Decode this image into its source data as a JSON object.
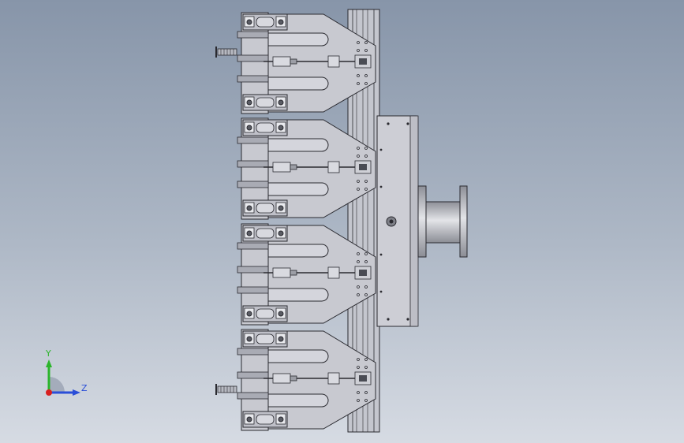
{
  "colors": {
    "part_fill": "#c8c9d0",
    "part_fill_dark": "#a9abb4",
    "edge": "#2a2a30",
    "triad_y": "#2bb52b",
    "triad_z": "#2a4ed8",
    "triad_x": "#d82020"
  },
  "triad": {
    "y_label": "Y",
    "z_label": "Z"
  },
  "assembly": {
    "gripper_count": 4
  },
  "icons": [
    "view-triad-icon"
  ]
}
